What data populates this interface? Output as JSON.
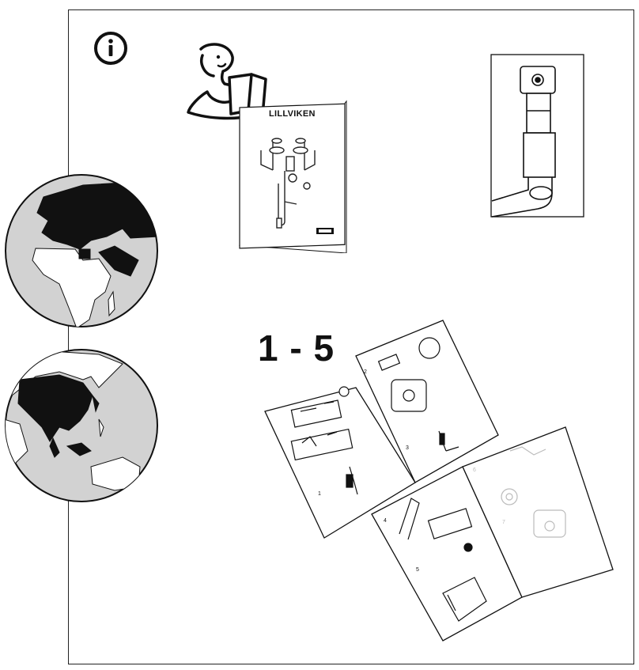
{
  "page": {
    "info_icon": "info-circle-icon",
    "booklet": {
      "title": "LILLVIKEN",
      "icon": "ikea-logo"
    },
    "step_range": "1 - 5",
    "regions": [
      "europe-africa-middle-east",
      "asia-pacific"
    ],
    "colors": {
      "ink": "#111111",
      "globe_fill": "#d2d2d2",
      "highlight": "#111111",
      "faded": "#bbbbbb"
    }
  }
}
